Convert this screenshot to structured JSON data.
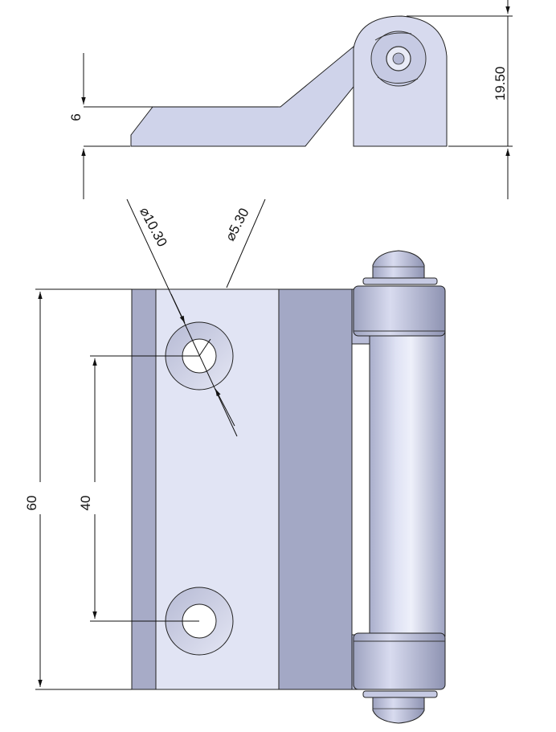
{
  "dimensions": {
    "thickness": "6",
    "height": "19.50",
    "counterbore_diameter": "⌀10.30",
    "hole_diameter": "⌀5.30",
    "hole_spacing": "40",
    "overall_length": "60"
  },
  "colors": {
    "plate": "#cfd3ea",
    "plate_dark": "#a6abc6",
    "plate_light": "#e2e5f5",
    "barrel": "#c9cde6",
    "line": "#111111"
  }
}
